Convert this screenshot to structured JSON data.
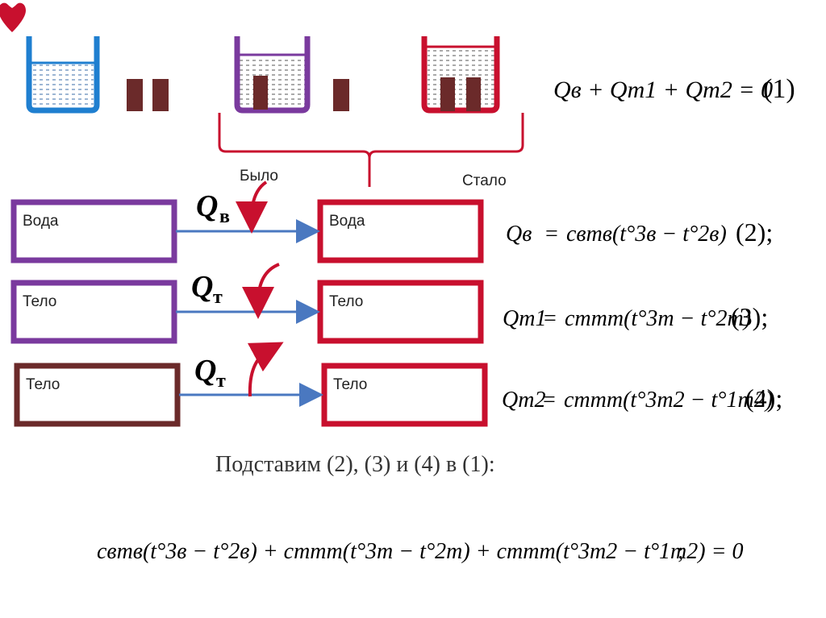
{
  "labels": {
    "bylo": "Было",
    "stalo": "Стало"
  },
  "boxes_left": [
    "Вода",
    "Тело",
    "Тело"
  ],
  "boxes_right": [
    "Вода",
    "Тело",
    "Тело"
  ],
  "q_labels": {
    "q_main": "Q",
    "sub_v": "в",
    "sub_t": "т"
  },
  "eq1": {
    "text": "Qв + Qт1 + Qт2 = 0",
    "num": "(1)"
  },
  "eq2": {
    "lhs": "Qв",
    "rhs": "cвmв(t°3в − t°2в)",
    "num": "(2);"
  },
  "eq3": {
    "lhs": "Qт1",
    "rhs": "cтmт(t°3т − t°2т)",
    "num": "(3);"
  },
  "eq4": {
    "lhs": "Qт2",
    "rhs": "cтmт(t°3т2 − t°1т2)",
    "num": "(4);"
  },
  "substitute": "Подставим (2), (3) и (4) в (1):",
  "final_eq": {
    "text": "cвmв(t°3в − t°2в) + cтmт(t°3т − t°2т) + cтmт(t°3т2 − t°1т2) = 0",
    "tail": ";"
  },
  "colors": {
    "blue": "#1f7fd0",
    "purple": "#7a3a9e",
    "red": "#c8102e",
    "brown": "#6b2a2a",
    "arrow_blue": "#4a78c0"
  },
  "icons": [
    "heart-icon",
    "beaker-blue-icon",
    "beaker-purple-icon",
    "beaker-red-icon",
    "body-block-icon",
    "curved-arrow-icon"
  ]
}
